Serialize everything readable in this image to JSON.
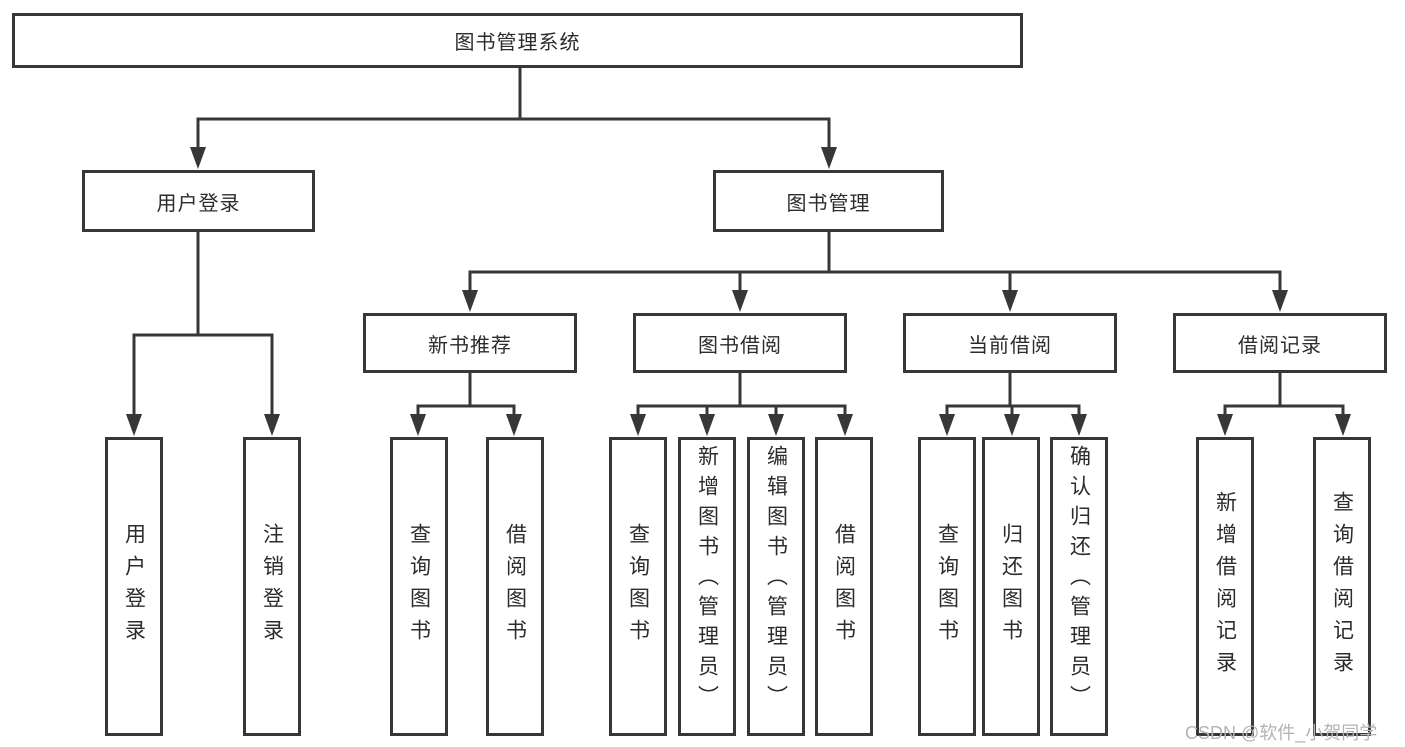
{
  "tree": {
    "root": {
      "label": "图书管理系统"
    },
    "level2": [
      {
        "label": "用户登录",
        "children": [
          {
            "label": "用户登录"
          },
          {
            "label": "注销登录"
          }
        ]
      },
      {
        "label": "图书管理",
        "children": [
          {
            "label": "新书推荐",
            "children": [
              {
                "label": "查询图书"
              },
              {
                "label": "借阅图书"
              }
            ]
          },
          {
            "label": "图书借阅",
            "children": [
              {
                "label": "查询图书"
              },
              {
                "label": "新增图书（管理员）"
              },
              {
                "label": "编辑图书（管理员）"
              },
              {
                "label": "借阅图书"
              }
            ]
          },
          {
            "label": "当前借阅",
            "children": [
              {
                "label": "查询图书"
              },
              {
                "label": "归还图书"
              },
              {
                "label": "确认归还（管理员）"
              }
            ]
          },
          {
            "label": "借阅记录",
            "children": [
              {
                "label": "新增借阅记录"
              },
              {
                "label": "查询借阅记录"
              }
            ]
          }
        ]
      }
    ]
  },
  "watermark": {
    "text": "CSDN @软件_小贺同学"
  },
  "colors": {
    "line": "#373737",
    "text": "#2c2c2c",
    "watermark": "#b3b3b3",
    "background": "#ffffff"
  }
}
